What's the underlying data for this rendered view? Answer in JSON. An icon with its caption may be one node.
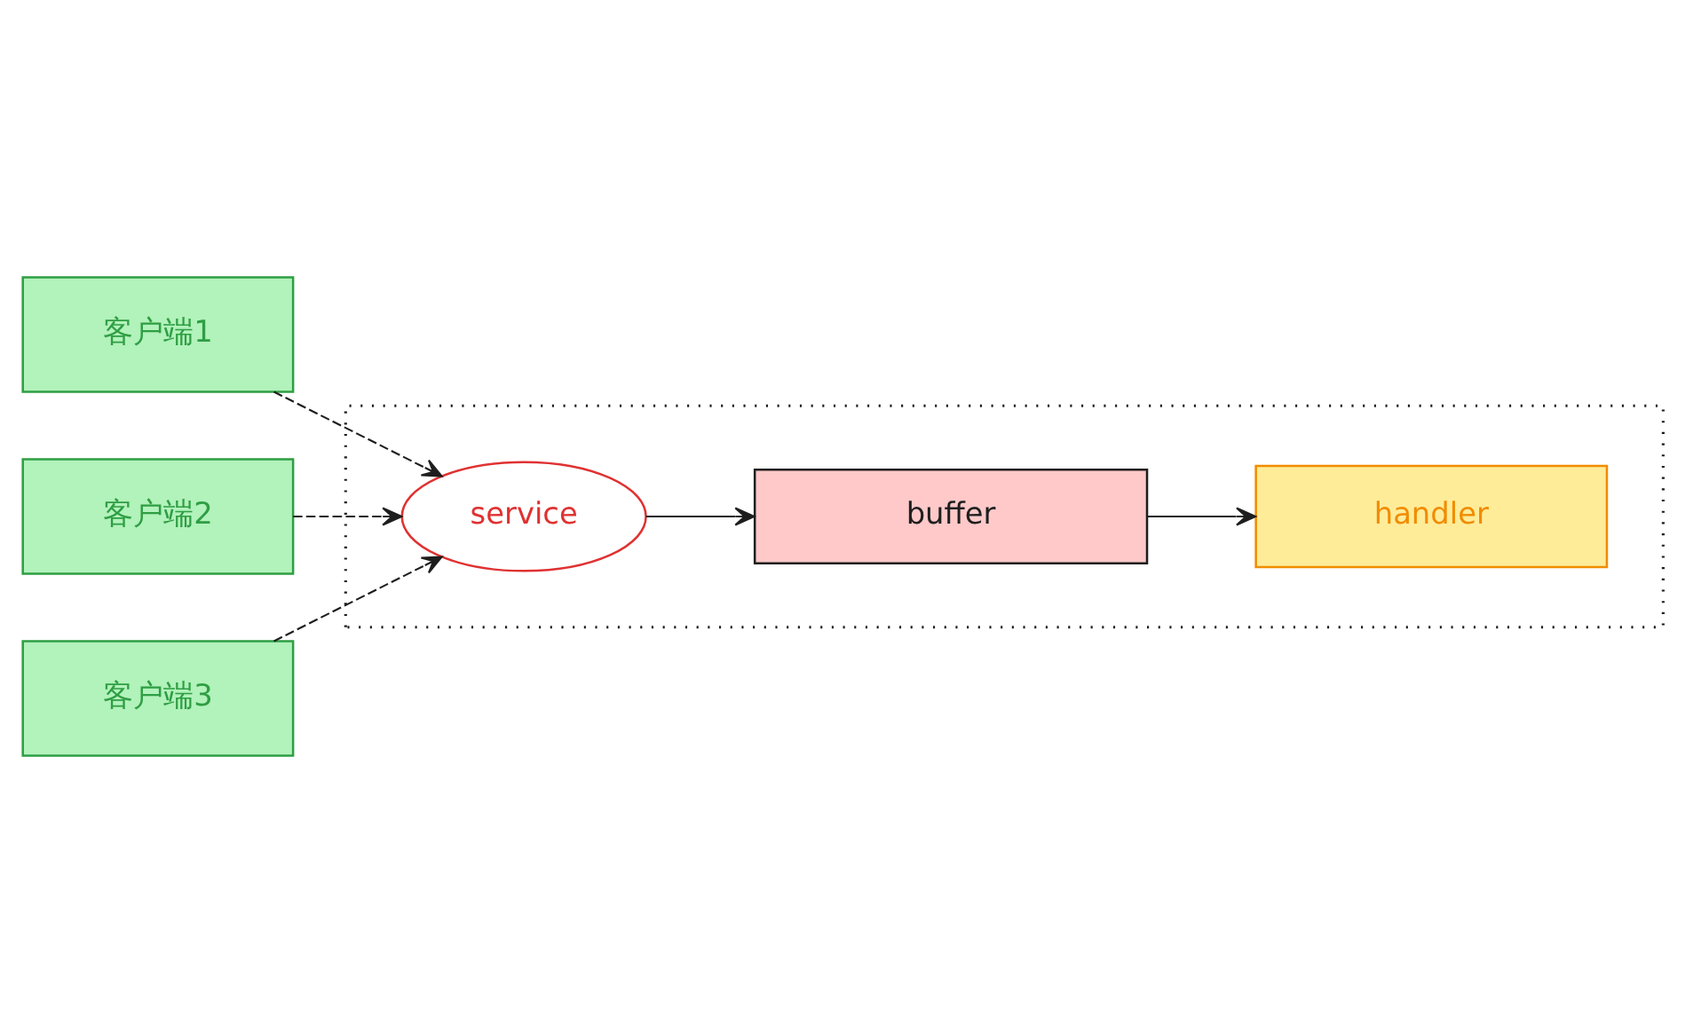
{
  "diagram": {
    "nodes": [
      {
        "text": [
          "客户端1"
        ]
      },
      {
        "text": [
          "客户端2"
        ]
      },
      {
        "text": [
          "客户端3"
        ]
      },
      {
        "text": [],
        "shape": "box"
      },
      {
        "text": [
          "service"
        ],
        "in": 3
      },
      {
        "text": [
          "handler"
        ],
        "in": 3
      },
      {
        "text": [
          "buffer"
        ],
        "in": 3
      }
    ],
    "edges": [
      {
        "from": 0,
        "to": 4,
        "arrow": "to",
        "style": "dashed"
      },
      {
        "from": 1,
        "to": 4,
        "arrow": "to",
        "style": "dashed"
      },
      {
        "from": 2,
        "to": 4,
        "arrow": "to",
        "style": "dashed"
      },
      {
        "from": 4,
        "to": 6,
        "arrow": "to"
      },
      {
        "from": 6,
        "to": 5,
        "arrow": "to"
      }
    ]
  }
}
